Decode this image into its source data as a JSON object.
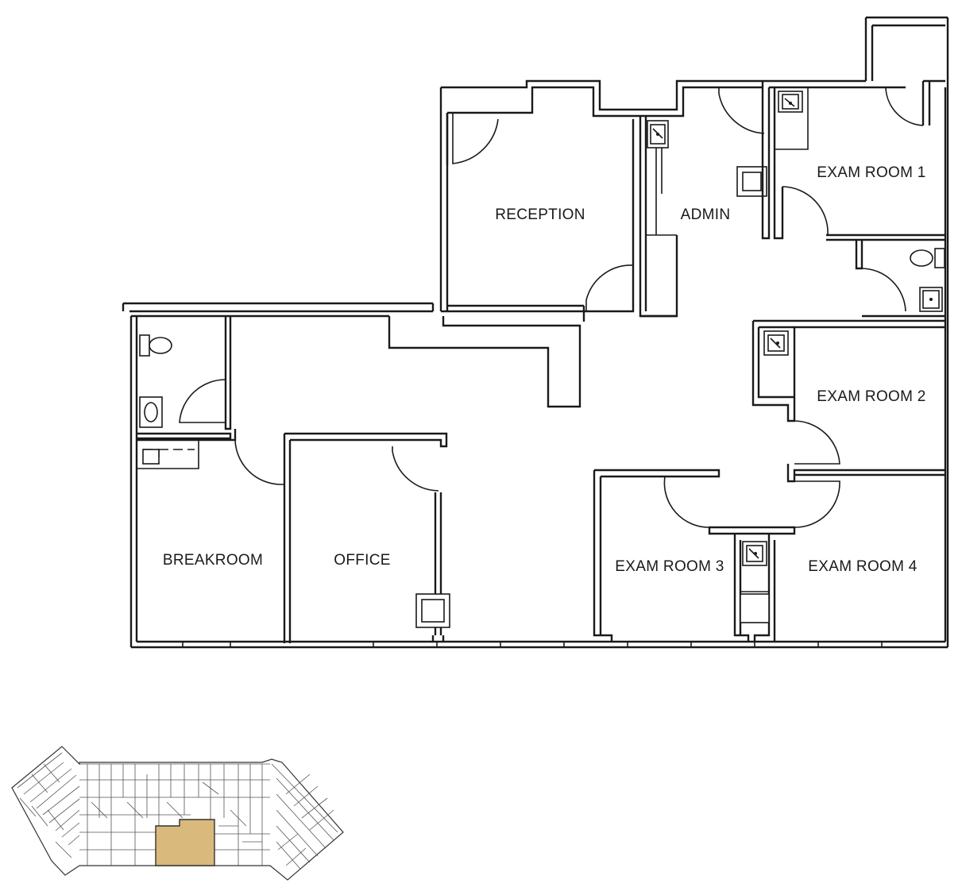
{
  "rooms": {
    "reception": "RECEPTION",
    "admin": "ADMIN",
    "exam_room_1": "EXAM ROOM 1",
    "exam_room_2": "EXAM ROOM 2",
    "exam_room_3": "EXAM ROOM 3",
    "exam_room_4": "EXAM ROOM 4",
    "breakroom": "BREAKROOM",
    "office": "OFFICE"
  },
  "key_plan": {
    "highlight_color": "#d9b97c"
  }
}
